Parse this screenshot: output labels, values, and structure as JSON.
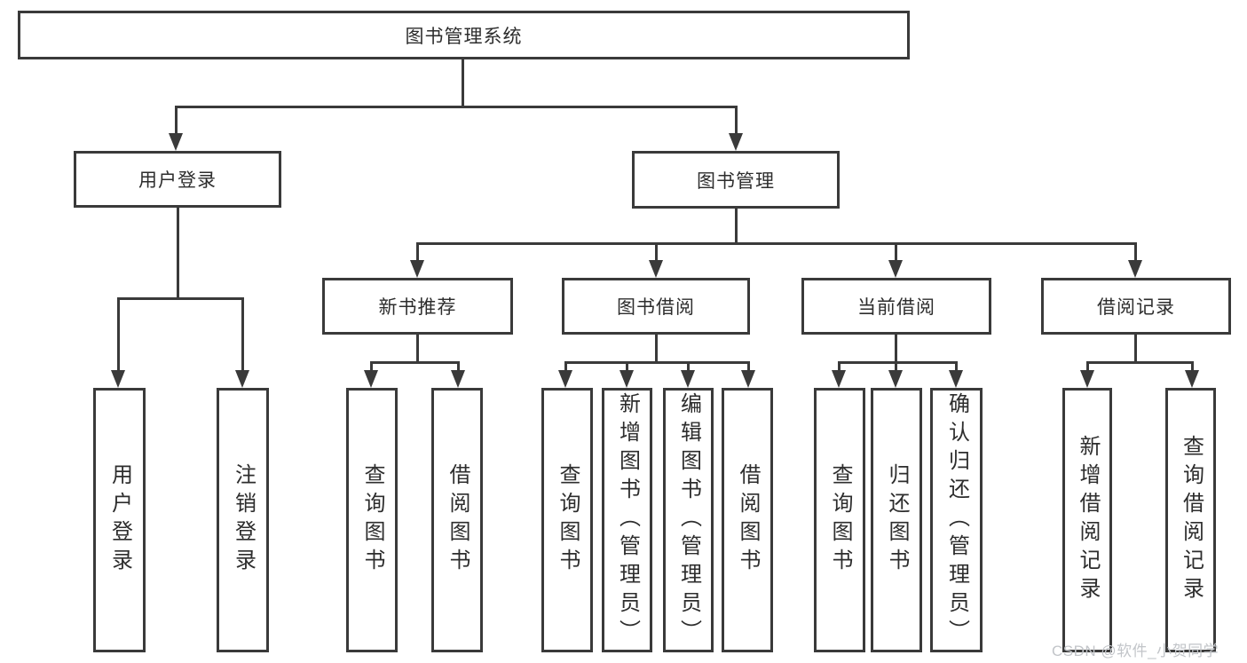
{
  "colors": {
    "line": "#3a3a3a",
    "text": "#2d2d2d",
    "background": "#ffffff",
    "watermark": "#c2c5c9"
  },
  "watermark": {
    "text": "CSDN @软件_小贺同学"
  },
  "nodes": {
    "root": {
      "label": "图书管理系统"
    },
    "user_login": {
      "label": "用户登录"
    },
    "book_mgmt": {
      "label": "图书管理"
    },
    "new_book_rec": {
      "label": "新书推荐"
    },
    "book_borrow": {
      "label": "图书借阅"
    },
    "current_borrow": {
      "label": "当前借阅"
    },
    "borrow_records": {
      "label": "借阅记录"
    },
    "a1": {
      "label": "用户登录"
    },
    "a2": {
      "label": "注销登录"
    },
    "b1": {
      "label": "查询图书"
    },
    "b2": {
      "label": "借阅图书"
    },
    "c1": {
      "label": "查询图书"
    },
    "c2": {
      "label": "新增图书（管理员）"
    },
    "c3": {
      "label": "编辑图书（管理员）"
    },
    "c4": {
      "label": "借阅图书"
    },
    "d1": {
      "label": "查询图书"
    },
    "d2": {
      "label": "归还图书"
    },
    "d3": {
      "label": "确认归还（管理员）"
    },
    "e1": {
      "label": "新增借阅记录"
    },
    "e2": {
      "label": "查询借阅记录"
    }
  },
  "hierarchy": {
    "图书管理系统": {
      "用户登录": [
        "用户登录",
        "注销登录"
      ],
      "图书管理": {
        "新书推荐": [
          "查询图书",
          "借阅图书"
        ],
        "图书借阅": [
          "查询图书",
          "新增图书（管理员）",
          "编辑图书（管理员）",
          "借阅图书"
        ],
        "当前借阅": [
          "查询图书",
          "归还图书",
          "确认归还（管理员）"
        ],
        "借阅记录": [
          "新增借阅记录",
          "查询借阅记录"
        ]
      }
    }
  }
}
